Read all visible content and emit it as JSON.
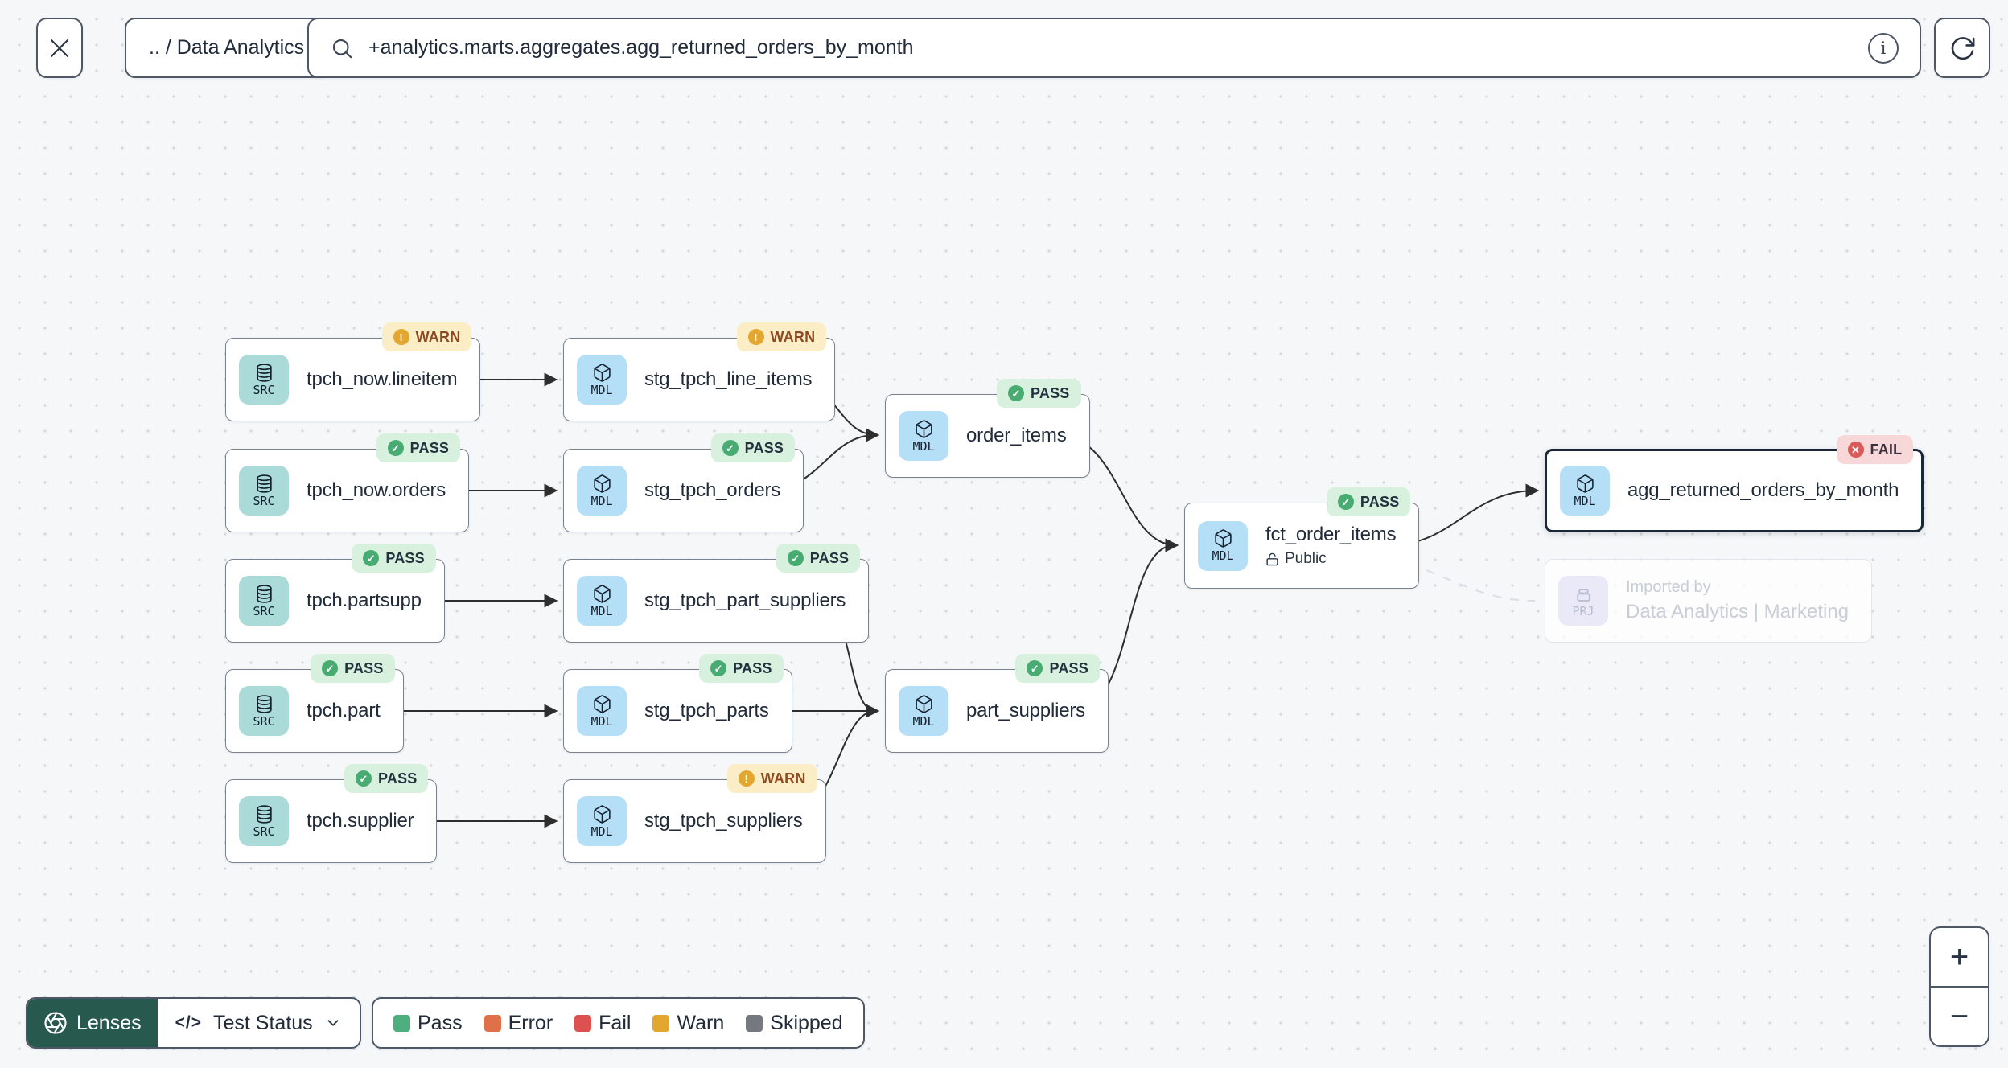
{
  "topbar": {
    "breadcrumb": ".. / Data Analytics",
    "search_value": "+analytics.marts.aggregates.agg_returned_orders_by_month",
    "info_glyph": "i"
  },
  "graph": {
    "nodes": [
      {
        "label": "tpch_now.lineitem",
        "type_label": "SRC",
        "badge": "WARN",
        "badge_icon": "!"
      },
      {
        "label": "stg_tpch_line_items",
        "type_label": "MDL",
        "badge": "WARN",
        "badge_icon": "!"
      },
      {
        "label": "tpch_now.orders",
        "type_label": "SRC",
        "badge": "PASS",
        "badge_icon": "✓"
      },
      {
        "label": "stg_tpch_orders",
        "type_label": "MDL",
        "badge": "PASS",
        "badge_icon": "✓"
      },
      {
        "label": "tpch.partsupp",
        "type_label": "SRC",
        "badge": "PASS",
        "badge_icon": "✓"
      },
      {
        "label": "stg_tpch_part_suppliers",
        "type_label": "MDL",
        "badge": "PASS",
        "badge_icon": "✓"
      },
      {
        "label": "tpch.part",
        "type_label": "SRC",
        "badge": "PASS",
        "badge_icon": "✓"
      },
      {
        "label": "stg_tpch_parts",
        "type_label": "MDL",
        "badge": "PASS",
        "badge_icon": "✓"
      },
      {
        "label": "tpch.supplier",
        "type_label": "SRC",
        "badge": "PASS",
        "badge_icon": "✓"
      },
      {
        "label": "stg_tpch_suppliers",
        "type_label": "MDL",
        "badge": "WARN",
        "badge_icon": "!"
      },
      {
        "label": "order_items",
        "type_label": "MDL",
        "badge": "PASS",
        "badge_icon": "✓"
      },
      {
        "label": "part_suppliers",
        "type_label": "MDL",
        "badge": "PASS",
        "badge_icon": "✓"
      },
      {
        "label": "fct_order_items",
        "type_label": "MDL",
        "badge": "PASS",
        "badge_icon": "✓",
        "sublabel": "Public"
      },
      {
        "label": "agg_returned_orders_by_month",
        "type_label": "MDL",
        "badge": "FAIL",
        "badge_icon": "✕",
        "selected": true
      },
      {
        "label": "Data Analytics | Marketing",
        "type_label": "PRJ",
        "title": "Imported by",
        "ghost": true
      }
    ]
  },
  "controls": {
    "lenses_label": "Lenses",
    "lens_selector_label": "Test Status",
    "code_icon": "</>",
    "zoom_in": "+",
    "zoom_out": "−"
  },
  "legend": {
    "items": [
      {
        "label": "Pass",
        "color": "#4caf7d"
      },
      {
        "label": "Error",
        "color": "#e0704a"
      },
      {
        "label": "Fail",
        "color": "#de5151"
      },
      {
        "label": "Warn",
        "color": "#e3a62f"
      },
      {
        "label": "Skipped",
        "color": "#75797f"
      }
    ]
  },
  "colors": {
    "source_icon_bg": "#abdbd8",
    "model_icon_bg": "#b5def7",
    "project_icon_bg": "#e9e9f8",
    "pass_badge_bg": "#d8f1de",
    "warn_badge_bg": "#fbeec6",
    "fail_badge_bg": "#f8d7d8",
    "lenses_button_bg": "#27594f"
  }
}
